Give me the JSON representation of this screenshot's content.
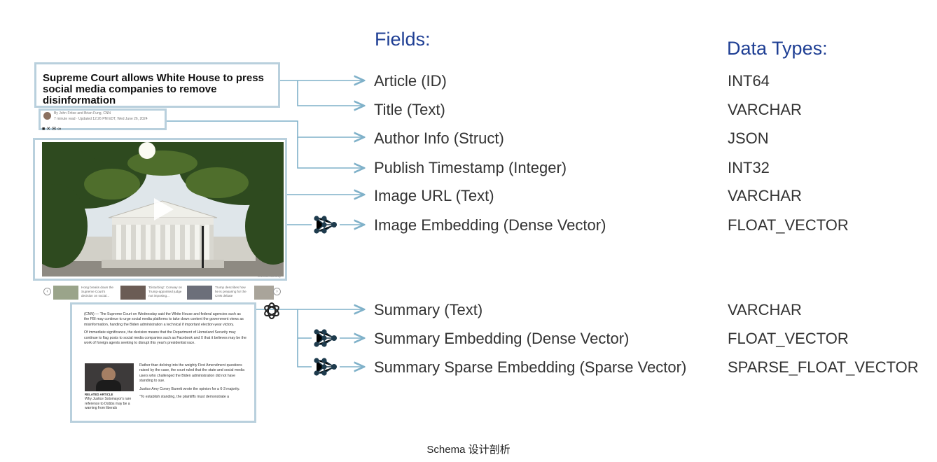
{
  "headings": {
    "fields": "Fields:",
    "types": "Data Types:"
  },
  "article": {
    "headline": "Supreme Court allows White House to press social media companies to remove disinformation",
    "byline": "By John Fritze and Brian Fung, CNN",
    "meta": "7 minute read · Updated 12:26 PM EDT, Wed June 26, 2024",
    "thumbs": [
      "Hong breaks down the Supreme Court's decision on social...",
      "'Disturbing': Conway on Trump-appointed judge not imposing...",
      "Trump describes how he is preparing for the CNN debate"
    ],
    "image_credit": "Kevin Al-Fox/Getty",
    "body": [
      "(CNN) — The Supreme Court on Wednesday said the White House and federal agencies such as the FBI may continue to urge social media platforms to take down content the government views as misinformation, handing the Biden administration a technical if important election-year victory.",
      "Of immediate significance, the decision means that the Department of Homeland Security may continue to flag posts to social media companies such as Facebook and X that it believes may be the work of foreign agents seeking to disrupt this year's presidential race.",
      "Rather than delving into the weighty First Amendment questions raised by the case, the court ruled that the state and social media users who challenged the Biden administration did not have standing to sue.",
      "Justice Amy Coney Barrett wrote the opinion for a 6-3 majority.",
      "\"To establish standing, the plaintiffs must demonstrate a"
    ],
    "related_label": "RELATED ARTICLE",
    "related_text": "Why Justice Sotomayor's rare reference to Dobbs may be a warning from liberals"
  },
  "fields": [
    {
      "name": "Article (ID)",
      "type": "INT64"
    },
    {
      "name": "Title (Text)",
      "type": "VARCHAR"
    },
    {
      "name": "Author Info (Struct)",
      "type": "JSON"
    },
    {
      "name": "Publish Timestamp (Integer)",
      "type": "INT32"
    },
    {
      "name": "Image URL (Text)",
      "type": "VARCHAR"
    },
    {
      "name": "Image Embedding (Dense Vector)",
      "type": "FLOAT_VECTOR"
    },
    {
      "name": "Summary (Text)",
      "type": "VARCHAR"
    },
    {
      "name": "Summary Embedding (Dense Vector)",
      "type": "FLOAT_VECTOR"
    },
    {
      "name": "Summary Sparse Embedding (Sparse Vector)",
      "type": "SPARSE_FLOAT_VECTOR"
    }
  ],
  "caption": "Schema 设计剖析",
  "colors": {
    "heading": "#1f3f94",
    "frame": "#b9d0dd",
    "arrow": "#7fb1c9",
    "icon": "#1e3b4d"
  }
}
